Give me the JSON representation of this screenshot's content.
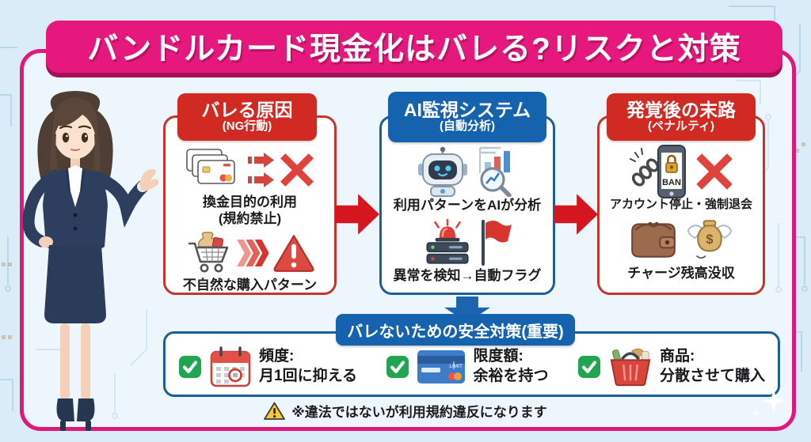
{
  "title": "バンドルカード現金化はバレる?リスクと対策",
  "flow_boxes": [
    {
      "header": "バレる原因",
      "subheader": "(NG行動)",
      "items": [
        {
          "caption": [
            "換金目的の利用",
            "(規約禁止)"
          ],
          "icons": [
            "credit-card-stack",
            "double-arrow-right",
            "x-mark"
          ]
        },
        {
          "caption": [
            "不自然な購入パターン"
          ],
          "icons": [
            "shopping-cart",
            "triple-chevron",
            "warning-triangle"
          ]
        }
      ]
    },
    {
      "header": "AI監視システム",
      "subheader": "(自動分析)",
      "items": [
        {
          "caption": [
            "利用パターンをAIが分析"
          ],
          "icons": [
            "robot",
            "chart-magnifier"
          ]
        },
        {
          "caption": [
            "異常を検知→自動フラグ"
          ],
          "icons": [
            "alarm-server",
            "red-flag"
          ]
        }
      ]
    },
    {
      "header": "発覚後の末路",
      "subheader": "(ペナルティ)",
      "items": [
        {
          "caption": [
            "アカウント停止・強制退会"
          ],
          "icons": [
            "chained-banned-phone",
            "x-mark"
          ],
          "phone_label": "BAN"
        },
        {
          "caption": [
            "チャージ残高没収"
          ],
          "icons": [
            "wallet",
            "flying-money-bag"
          ],
          "money_symbol": "$"
        }
      ]
    }
  ],
  "safety_box": {
    "header": "バレないための安全対策(重要)",
    "items": [
      {
        "icon": "calendar",
        "label": "頻度:",
        "desc": "月1回に抑える"
      },
      {
        "icon": "credit-card",
        "label": "限度額:",
        "desc": "余裕を持つ",
        "card_label": "LIMIT"
      },
      {
        "icon": "shopping-basket",
        "label": "商品:",
        "desc": "分散させて購入"
      }
    ]
  },
  "footer_note": "※違法ではないが利用規約違反になります",
  "character": "businesswoman-presenter",
  "colors": {
    "banner_pink": "#e6187d",
    "banner_shadow": "#a31258",
    "red_header": "#d02a22",
    "red_border": "#c5352c",
    "blue_header": "#1563af",
    "blue_border": "#1a5e9e",
    "arrow_red": "#d6161f",
    "arrow_blue": "#1c64ad",
    "check_green": "#22a550",
    "background": "#d9ecf8",
    "card_bg": "#eef6fd"
  }
}
